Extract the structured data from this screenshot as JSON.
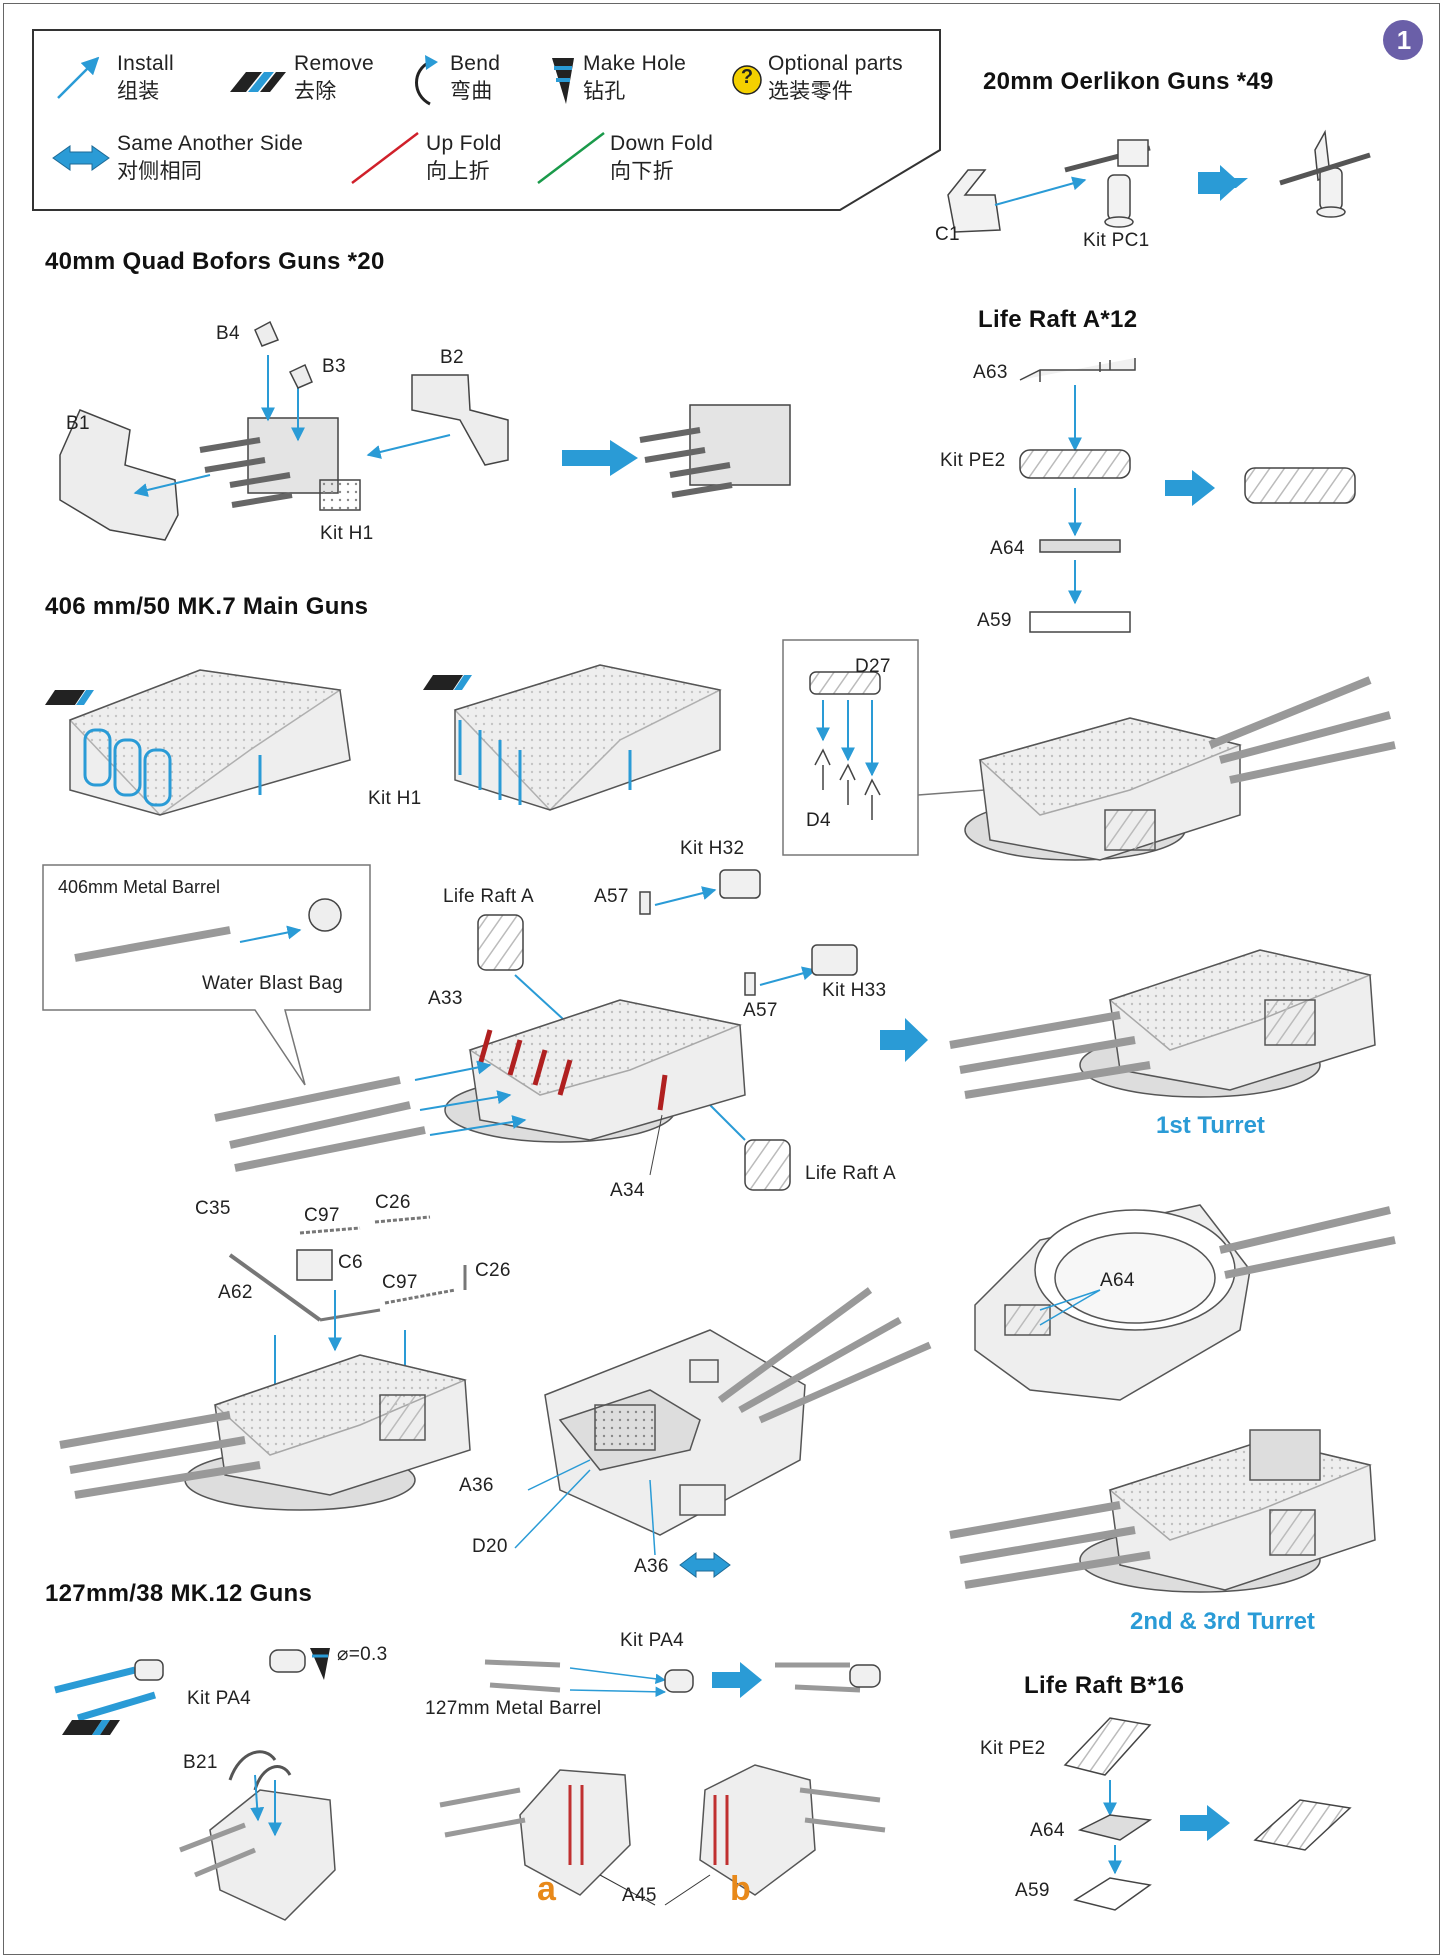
{
  "page": {
    "step_number": "1"
  },
  "legend": {
    "install": {
      "en": "Install",
      "cn": "组装"
    },
    "remove": {
      "en": "Remove",
      "cn": "去除"
    },
    "bend": {
      "en": "Bend",
      "cn": "弯曲"
    },
    "make_hole": {
      "en": "Make Hole",
      "cn": "钻孔"
    },
    "optional": {
      "en": "Optional parts",
      "cn": "选装零件",
      "icon_text": "?"
    },
    "same_side": {
      "en": "Same Another Side",
      "cn": "对侧相同"
    },
    "up_fold": {
      "en": "Up Fold",
      "cn": "向上折"
    },
    "down_fold": {
      "en": "Down Fold",
      "cn": "向下折"
    },
    "colors": {
      "install": "#2a9bd6",
      "up_fold": "#d0202a",
      "down_fold": "#1a9a4a",
      "optional": "#f4d000"
    }
  },
  "sections": {
    "oerlikon": {
      "title": "20mm Oerlikon Guns *49",
      "labels": {
        "c1": "C1",
        "kit_pc1": "Kit PC1"
      }
    },
    "bofors": {
      "title": "40mm Quad Bofors Guns *20",
      "labels": {
        "b4": "B4",
        "b3": "B3",
        "b2": "B2",
        "b1": "B1",
        "kit_h1": "Kit H1"
      }
    },
    "life_raft_a": {
      "title": "Life Raft A*12",
      "labels": {
        "a63": "A63",
        "kit_pe2": "Kit PE2",
        "a64": "A64",
        "a59": "A59"
      }
    },
    "main_guns": {
      "title": "406 mm/50 MK.7 Main Guns",
      "labels": {
        "kit_h1": "Kit H1",
        "d27": "D27",
        "d4": "D4",
        "barrel": "406mm Metal Barrel",
        "water_bag": "Water Blast Bag",
        "kit_h32": "Kit H32",
        "life_raft_a_1": "Life Raft A",
        "a57_1": "A57",
        "a57_2": "A57",
        "kit_h33": "Kit H33",
        "a33": "A33",
        "a34": "A34",
        "life_raft_a_2": "Life Raft A",
        "c35": "C35",
        "c97_1": "C97",
        "c26_1": "C26",
        "c6": "C6",
        "a62": "A62",
        "c97_2": "C97",
        "c26_2": "C26",
        "a36_1": "A36",
        "d20": "D20",
        "a36_2": "A36",
        "a64": "A64"
      },
      "turret1": "1st Turret",
      "turret23": "2nd & 3rd Turret"
    },
    "mk12": {
      "title": "127mm/38 MK.12 Guns",
      "labels": {
        "kit_pa4_1": "Kit PA4",
        "hole": "⌀=0.3",
        "kit_pa4_2": "Kit PA4",
        "barrel": "127mm Metal Barrel",
        "b21": "B21",
        "a45": "A45",
        "var_a": "a",
        "var_b": "b"
      }
    },
    "life_raft_b": {
      "title": "Life Raft B*16",
      "labels": {
        "kit_pe2": "Kit PE2",
        "a64": "A64",
        "a59": "A59"
      }
    }
  }
}
